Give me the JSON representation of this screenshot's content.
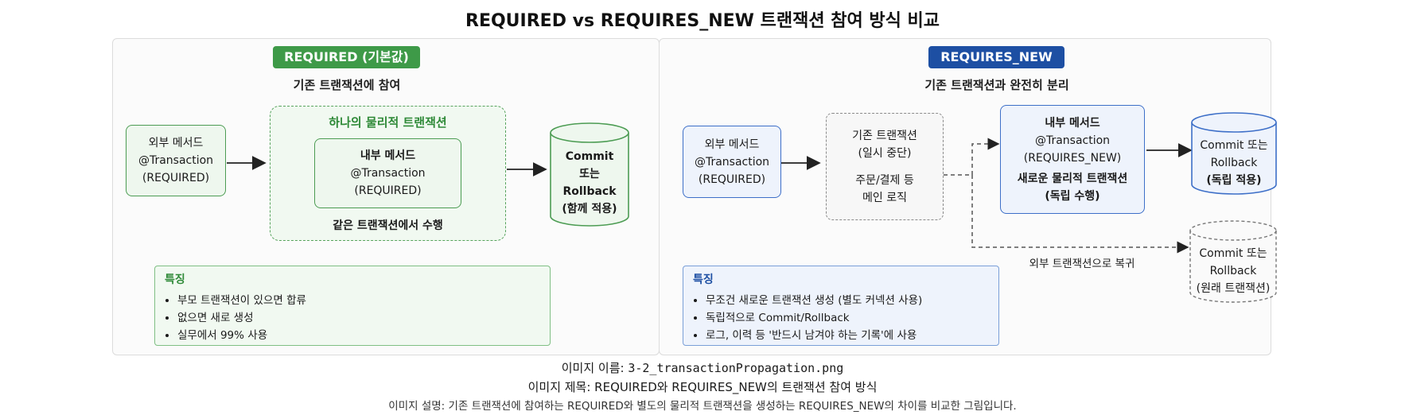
{
  "title": "REQUIRED vs REQUIRES_NEW 트랜잭션 참여 방식 비교",
  "left": {
    "badge": "REQUIRED (기본값)",
    "subtitle": "기존 트랜잭션에 참여",
    "outer": [
      "외부 메서드",
      "@Transaction",
      "(REQUIRED)"
    ],
    "group_label": "하나의 물리적 트랜잭션",
    "inner": [
      "내부 메서드",
      "@Transaction",
      "(REQUIRED)"
    ],
    "group_note": "같은 트랜잭션에서 수행",
    "db": [
      "Commit",
      "또는",
      "Rollback",
      "(함께 적용)"
    ],
    "features_title": "특징",
    "features": [
      "부모 트랜잭션이 있으면 합류",
      "없으면 새로 생성",
      "실무에서 99% 사용"
    ],
    "color": "#3e9a48"
  },
  "right": {
    "badge": "REQUIRES_NEW",
    "subtitle": "기존 트랜잭션과 완전히 분리",
    "outer": [
      "외부 메서드",
      "@Transaction",
      "(REQUIRED)"
    ],
    "existing": [
      "기존 트랜잭션",
      "(일시 중단)",
      "",
      "주문/결제 등",
      "메인 로직"
    ],
    "inner": [
      "내부 메서드",
      "@Transaction",
      "(REQUIRES_NEW)",
      "새로운 물리적 트랜잭션",
      "(독립 수행)"
    ],
    "db_new": [
      "Commit 또는",
      "Rollback",
      "(독립 적용)"
    ],
    "return_label": "외부 트랜잭션으로 복귀",
    "db_orig": [
      "Commit 또는",
      "Rollback",
      "(원래 트랜잭션)"
    ],
    "features_title": "특징",
    "features": [
      "무조건 새로운 트랜잭션 생성 (별도 커넥션 사용)",
      "독립적으로 Commit/Rollback",
      "로그, 이력 등 '반드시 남겨야 하는 기록'에 사용"
    ],
    "color": "#1d4fa3"
  },
  "caption": {
    "name_label": "이미지 이름: ",
    "name_value": "3-2_transactionPropagation.png",
    "title_line": "이미지 제목: REQUIRED와 REQUIRES_NEW의 트랜잭션 참여 방식",
    "desc_line": "이미지 설명: 기존 트랜잭션에 참여하는 REQUIRED와 별도의 물리적 트랜잭션을 생성하는 REQUIRES_NEW의 차이를 비교한 그림입니다."
  }
}
